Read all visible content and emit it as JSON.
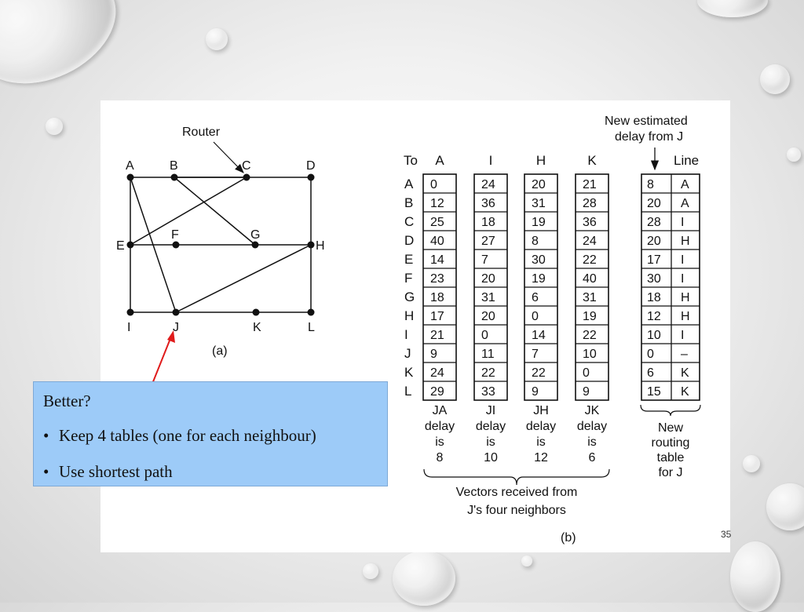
{
  "diagram": {
    "router_label": "Router",
    "part_a_caption": "(a)",
    "part_b_caption": "(b)",
    "nodes": [
      {
        "id": "A",
        "label": "A"
      },
      {
        "id": "B",
        "label": "B"
      },
      {
        "id": "C",
        "label": "C"
      },
      {
        "id": "D",
        "label": "D"
      },
      {
        "id": "E",
        "label": "E"
      },
      {
        "id": "F",
        "label": "F"
      },
      {
        "id": "G",
        "label": "G"
      },
      {
        "id": "H",
        "label": "H"
      },
      {
        "id": "I",
        "label": "I"
      },
      {
        "id": "J",
        "label": "J"
      },
      {
        "id": "K",
        "label": "K"
      },
      {
        "id": "L",
        "label": "L"
      }
    ],
    "edges": [
      [
        "A",
        "C"
      ],
      [
        "C",
        "D"
      ],
      [
        "A",
        "E"
      ],
      [
        "A",
        "J"
      ],
      [
        "B",
        "C"
      ],
      [
        "B",
        "G"
      ],
      [
        "C",
        "E"
      ],
      [
        "D",
        "H"
      ],
      [
        "E",
        "F"
      ],
      [
        "F",
        "G"
      ],
      [
        "G",
        "H"
      ],
      [
        "E",
        "I"
      ],
      [
        "H",
        "J"
      ],
      [
        "H",
        "L"
      ],
      [
        "I",
        "J"
      ],
      [
        "J",
        "K"
      ],
      [
        "K",
        "L"
      ]
    ]
  },
  "tables": {
    "header_to": "To",
    "destinations": [
      "A",
      "B",
      "C",
      "D",
      "E",
      "F",
      "G",
      "H",
      "I",
      "J",
      "K",
      "L"
    ],
    "neighbors": [
      {
        "name": "A",
        "values": [
          "0",
          "12",
          "25",
          "40",
          "14",
          "23",
          "18",
          "17",
          "21",
          "9",
          "24",
          "29"
        ],
        "caption": [
          "JA",
          "delay",
          "is",
          "8"
        ]
      },
      {
        "name": "I",
        "values": [
          "24",
          "36",
          "18",
          "27",
          "7",
          "20",
          "31",
          "20",
          "0",
          "11",
          "22",
          "33"
        ],
        "caption": [
          "JI",
          "delay",
          "is",
          "10"
        ]
      },
      {
        "name": "H",
        "values": [
          "20",
          "31",
          "19",
          "8",
          "30",
          "19",
          "6",
          "0",
          "14",
          "7",
          "22",
          "9"
        ],
        "caption": [
          "JH",
          "delay",
          "is",
          "12"
        ]
      },
      {
        "name": "K",
        "values": [
          "21",
          "28",
          "36",
          "24",
          "22",
          "40",
          "31",
          "19",
          "22",
          "10",
          "0",
          "9"
        ],
        "caption": [
          "JK",
          "delay",
          "is",
          "6"
        ]
      }
    ],
    "new_estimate_header": [
      "New estimated",
      "delay from J"
    ],
    "line_header": "Line",
    "new_delay": [
      "8",
      "20",
      "28",
      "20",
      "17",
      "30",
      "18",
      "12",
      "10",
      "0",
      "6",
      "15"
    ],
    "new_line": [
      "A",
      "A",
      "I",
      "H",
      "I",
      "I",
      "H",
      "H",
      "I",
      "–",
      "K",
      "K"
    ],
    "new_table_caption": [
      "New",
      "routing",
      "table",
      "for J"
    ],
    "vectors_caption": [
      "Vectors received from",
      "J's four neighbors"
    ]
  },
  "callout": {
    "title": "Better?",
    "bullets": [
      "Keep 4 tables (one for each neighbour)",
      "Use shortest path"
    ]
  },
  "slide_number": "35",
  "colors": {
    "callout_bg": "#9dcbf8",
    "arrow": "#e01b1b"
  }
}
